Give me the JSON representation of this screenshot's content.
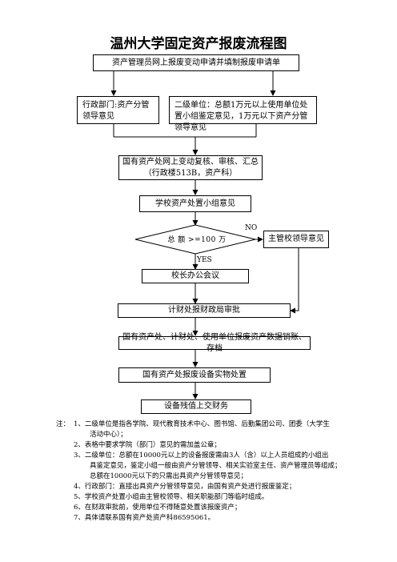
{
  "title": "温州大学固定资产报废流程图",
  "nodes": {
    "n1": "资产管理员网上报废变动申请并填制报废申请单",
    "n2a": "行政部门:资产分管领导意见",
    "n2b": "二级单位：总额1万元以上使用单位处置小组鉴定意见，1万元以下资产分管领导意见",
    "n3_line1": "国有资产处网上变动复核、审核、汇总",
    "n3_line2": "（行政楼513B，资产科）",
    "n4": "学校资产处置小组意见",
    "decision": "总  额 >=100    万",
    "no_label": "NO",
    "yes_label": "YES",
    "n5": "主管校领导意见",
    "n6": "校长办公会议",
    "n7": "计财处报财政局审批",
    "n8": "国有资产处、计财处、使用单位报废资产数据销账、存档",
    "n9": "国有资产处报废设备实物处置",
    "n10": "设备残值上交财务"
  },
  "notes": {
    "prefix": "注：",
    "items": [
      {
        "num": "1、",
        "text": "二级单位是指各学院、现代教育技术中心、图书馆、后勤集团公司、团委（大学生",
        "cont": "活动中心）；"
      },
      {
        "num": "2、",
        "text": "表格中要求学院（部门）意见的需加盖公章；"
      },
      {
        "num": "3、",
        "text": "二级单位：总额在10000元以上的设备报废需由3人（含）以上人员组成的小组出",
        "cont": "具鉴定意见，鉴定小组一般由资产分管领导、相关实验室主任、资产管理员等组成；",
        "cont2": "总额在10000元以下的只需出具资产分管领导意见；"
      },
      {
        "num": "4、",
        "text": "行政部门：直接出具资产分管领导意见，由国有资产处进行报废鉴定；"
      },
      {
        "num": "5、",
        "text": "学校资产处置小组由主管校领导、相关职能部门等临时组成。"
      },
      {
        "num": "6、",
        "text": "在财政审批前，使用单位不得随意处置该报废资产；"
      },
      {
        "num": "7、",
        "text": "具体请联系国有资产处资产科86595061。"
      }
    ]
  }
}
